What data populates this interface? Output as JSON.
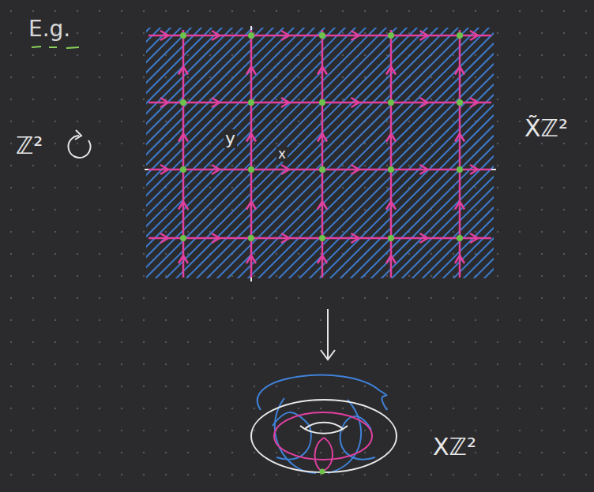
{
  "diagram": {
    "labels": [
      "E.g.",
      "ℤ²",
      "y",
      "x",
      "X̃ℤ²",
      "Xℤ²"
    ]
  }
}
